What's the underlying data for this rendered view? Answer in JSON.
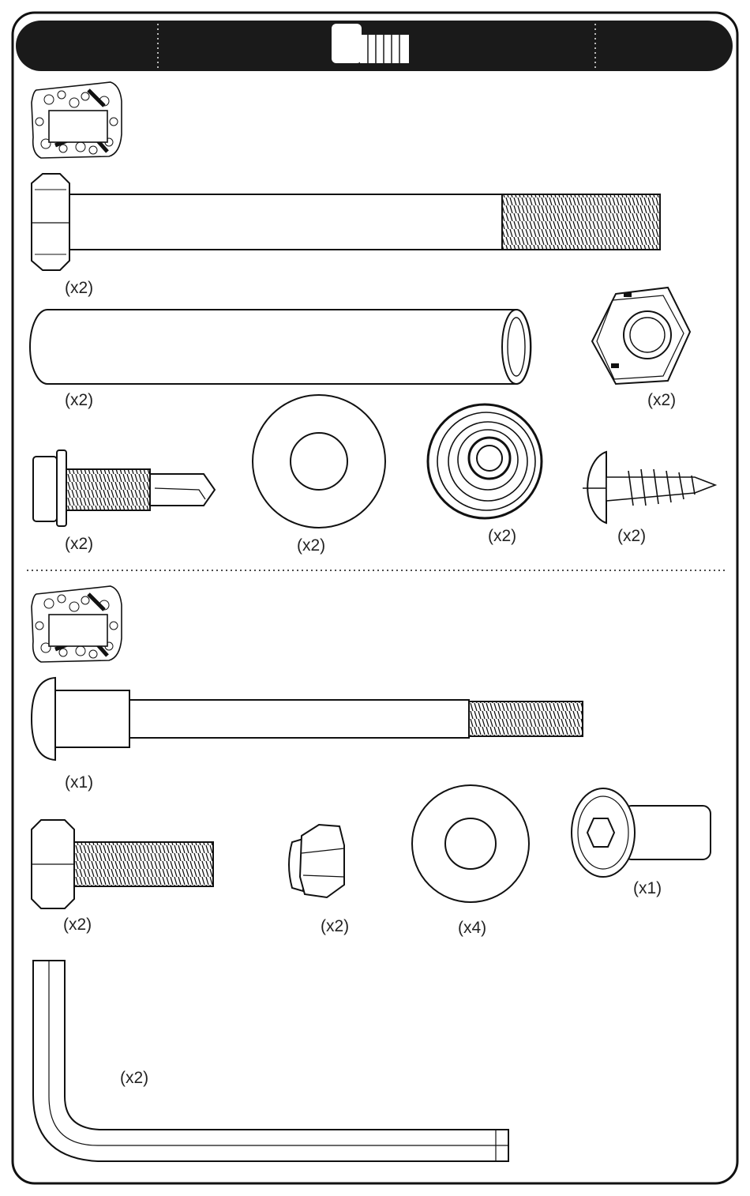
{
  "header": {
    "icon": "bolt-icon",
    "bg_color": "#1a1a1a"
  },
  "section_1": {
    "bag_icon": "hardware-bag-icon",
    "parts": [
      {
        "part": "long-hex-bolt",
        "qty": "(x2)"
      },
      {
        "part": "spacer-tube",
        "qty": "(x2)"
      },
      {
        "part": "hex-nut",
        "qty": "(x2)"
      },
      {
        "part": "self-drilling-screw",
        "qty": "(x2)"
      },
      {
        "part": "flat-washer",
        "qty": "(x2)"
      },
      {
        "part": "cup-washer",
        "qty": "(x2)"
      },
      {
        "part": "round-head-wood-screw",
        "qty": "(x2)"
      }
    ]
  },
  "section_2": {
    "bag_icon": "hardware-bag-icon",
    "parts": [
      {
        "part": "shoulder-bolt",
        "qty": "(x1)"
      },
      {
        "part": "short-hex-bolt",
        "qty": "(x2)"
      },
      {
        "part": "nylon-lock-nut",
        "qty": "(x2)"
      },
      {
        "part": "flat-washer",
        "qty": "(x4)"
      },
      {
        "part": "socket-cap-barrel-nut",
        "qty": "(x1)"
      },
      {
        "part": "hex-key",
        "qty": "(x2)"
      }
    ]
  }
}
